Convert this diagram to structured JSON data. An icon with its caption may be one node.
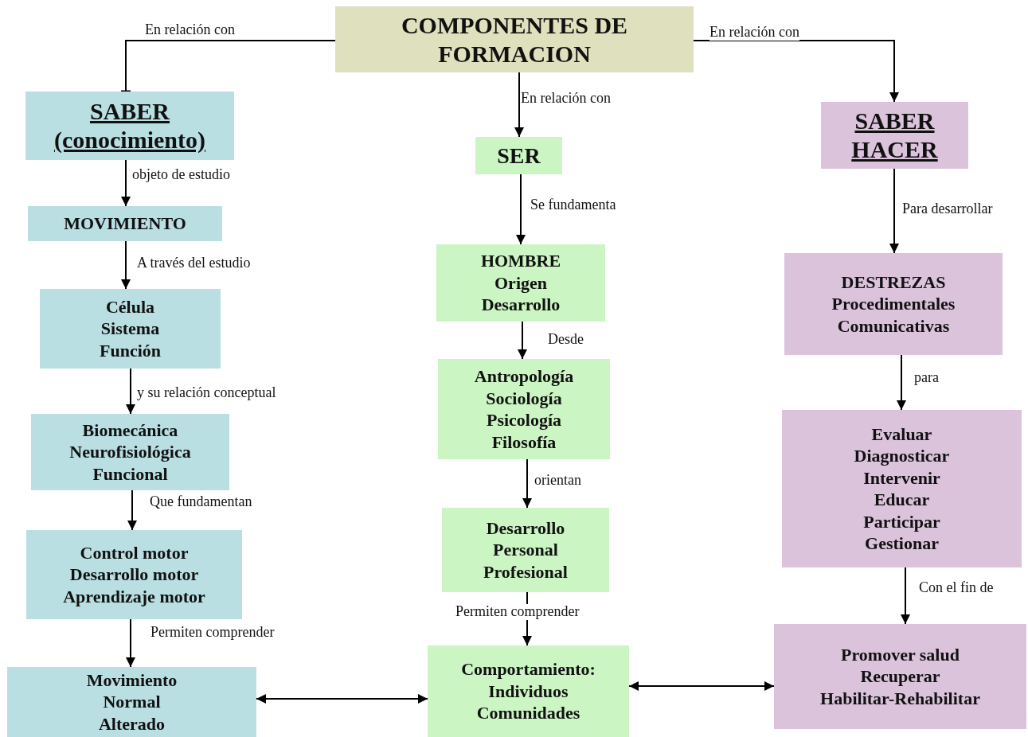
{
  "diagram": {
    "nodes": [
      {
        "text": [
          "COMPONENTES DE FORMACION"
        ]
      },
      {
        "text": [
          "SABER (conocimiento)"
        ]
      },
      {
        "text": [
          "MOVIMIENTO"
        ]
      },
      {
        "text": [
          "Célula",
          "Sistema",
          "Función"
        ]
      },
      {
        "text": [
          "Biomecánica",
          "Neurofisiológica",
          "Funcional"
        ]
      },
      {
        "text": [
          "Control motor",
          "Desarrollo motor",
          "Aprendizaje motor"
        ]
      },
      {
        "text": [
          "Movimiento",
          "Normal",
          "Alterado"
        ]
      },
      {
        "text": [
          "SER"
        ]
      },
      {
        "text": [
          "HOMBRE",
          "Origen",
          "Desarrollo"
        ]
      },
      {
        "text": [
          "Antropología",
          "Sociología",
          "Psicología",
          "Filosofía"
        ]
      },
      {
        "text": [
          "Desarrollo",
          "Personal",
          "Profesional"
        ]
      },
      {
        "text": [
          "Comportamiento:",
          "Individuos",
          "Comunidades"
        ]
      },
      {
        "text": [
          "SABER HACER"
        ]
      },
      {
        "text": [
          "DESTREZAS",
          "Procedimentales",
          "Comunicativas"
        ]
      },
      {
        "text": [
          "Evaluar",
          "Diagnosticar",
          "Intervenir",
          "Educar",
          "Participar",
          "Gestionar"
        ]
      },
      {
        "text": [
          "Promover salud",
          "Recuperar",
          "Habilitar-Rehabilitar"
        ]
      }
    ],
    "edges": [
      {
        "from": 0,
        "to": 1,
        "arrow": "other",
        "label": "En relación con"
      },
      {
        "from": 0,
        "to": 7,
        "arrow": "to",
        "label": "En relación con"
      },
      {
        "from": 0,
        "to": 12,
        "arrow": "to",
        "label": "En relación con"
      },
      {
        "from": 1,
        "to": 2,
        "arrow": "to",
        "label": "objeto de estudio"
      },
      {
        "from": 2,
        "to": 3,
        "arrow": "to",
        "label": "A través del estudio"
      },
      {
        "from": 3,
        "to": 4,
        "arrow": "to",
        "label": "y su relación conceptual"
      },
      {
        "from": 4,
        "to": 5,
        "arrow": "to",
        "label": "Que fundamentan"
      },
      {
        "from": 5,
        "to": 6,
        "arrow": "to",
        "label": "Permiten comprender"
      },
      {
        "from": 7,
        "to": 8,
        "arrow": "to",
        "label": "Se fundamenta"
      },
      {
        "from": 8,
        "to": 9,
        "arrow": "to",
        "label": "Desde"
      },
      {
        "from": 9,
        "to": 10,
        "arrow": "to",
        "label": "orientan"
      },
      {
        "from": 10,
        "to": 11,
        "arrow": "to",
        "label": "Permiten comprender"
      },
      {
        "from": 12,
        "to": 13,
        "arrow": "to",
        "label": "Para desarrollar"
      },
      {
        "from": 13,
        "to": 14,
        "arrow": "to",
        "label": "para"
      },
      {
        "from": 14,
        "to": 15,
        "arrow": "to",
        "label": "Con el fin de"
      },
      {
        "from": 6,
        "to": 11,
        "arrow": "both"
      },
      {
        "from": 11,
        "to": 15,
        "arrow": "both"
      }
    ]
  }
}
